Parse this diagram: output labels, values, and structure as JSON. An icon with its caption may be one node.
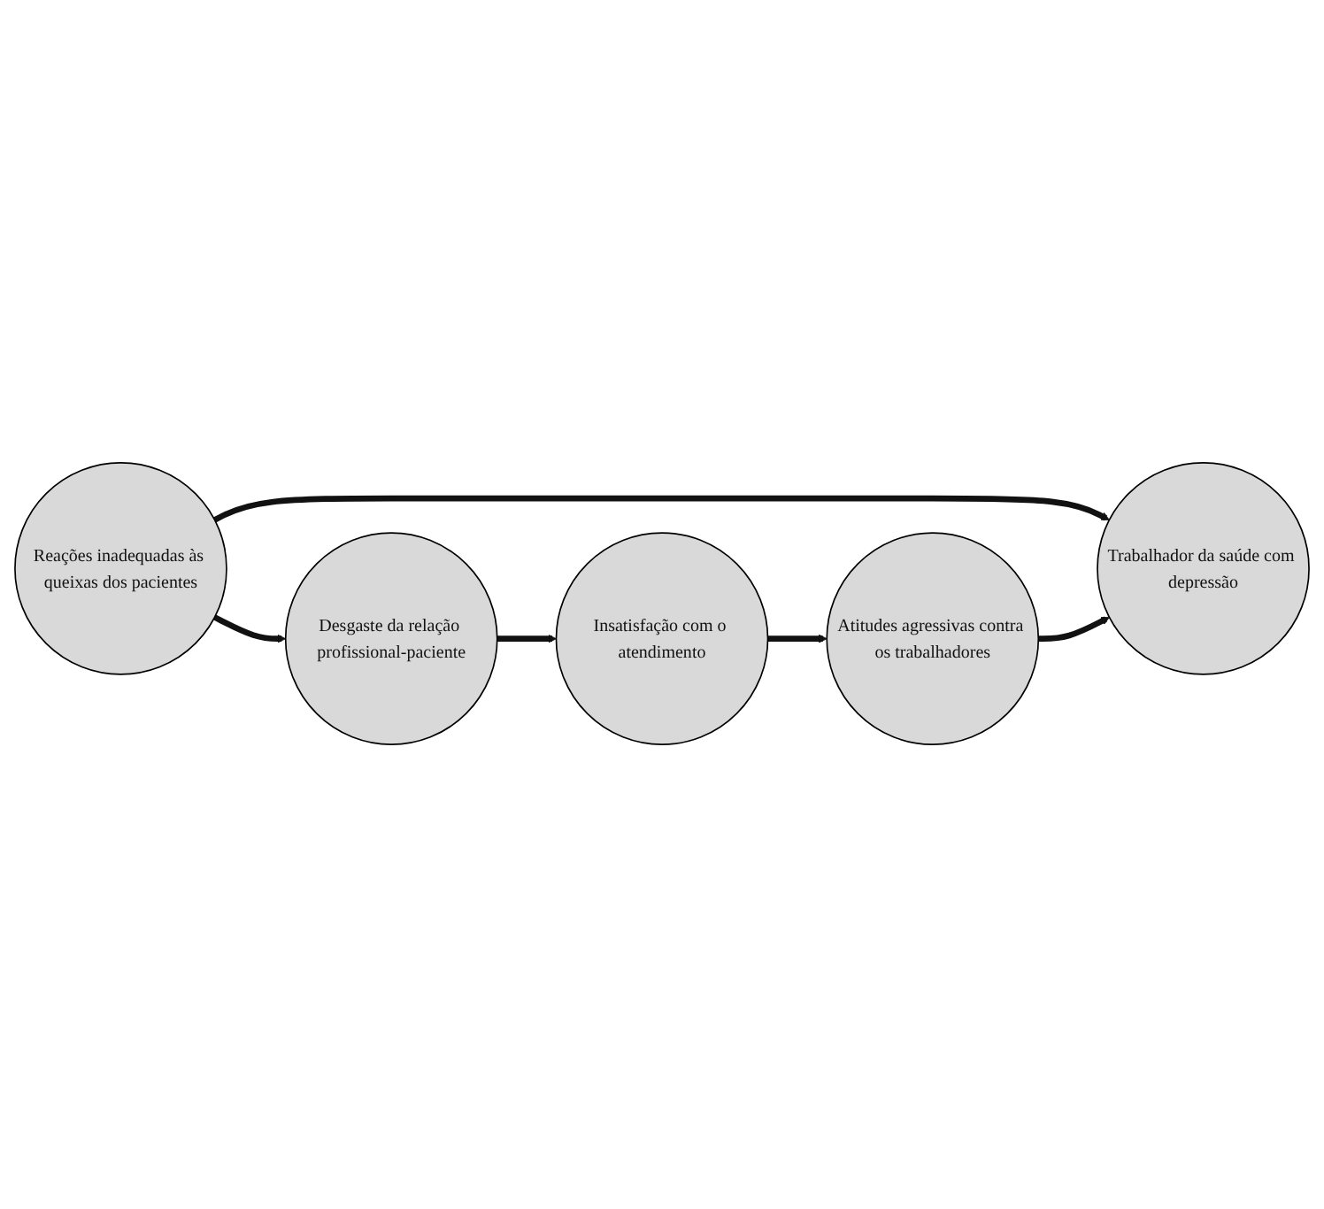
{
  "diagram": {
    "nodes": [
      {
        "text": [
          "Trabalhador da saúde com depressão"
        ]
      },
      {
        "text": [
          "Atitudes agressivas contra os trabalhadores"
        ]
      },
      {
        "text": [
          "Reações inadequadas às queixas dos pacientes"
        ]
      },
      {
        "text": [
          "Insatisfação com o atendimento"
        ]
      },
      {
        "text": [
          "Desgaste da relação profissional-paciente"
        ]
      }
    ],
    "edges": [
      {
        "from": 2,
        "to": 0,
        "arrow": "to"
      },
      {
        "from": 2,
        "to": 4,
        "arrow": "to"
      },
      {
        "from": 4,
        "to": 3,
        "arrow": "to"
      },
      {
        "from": 3,
        "to": 1,
        "arrow": "to"
      },
      {
        "from": 1,
        "to": 0,
        "arrow": "to"
      }
    ]
  }
}
